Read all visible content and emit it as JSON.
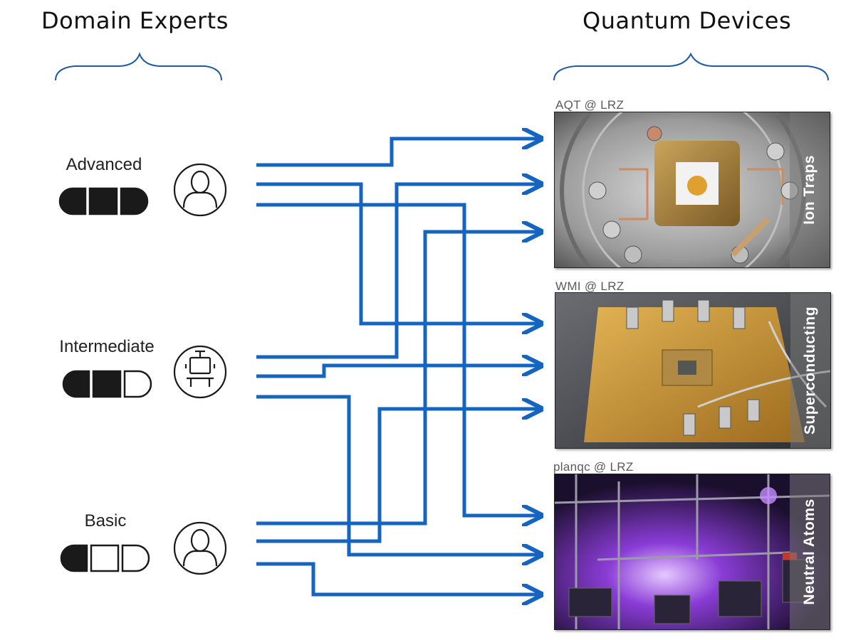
{
  "headers": {
    "left": "Domain Experts",
    "right": "Quantum Devices"
  },
  "experts": [
    {
      "label": "Advanced",
      "skill_level": 3,
      "skill_max": 3,
      "icon": "person-icon"
    },
    {
      "label": "Intermediate",
      "skill_level": 2,
      "skill_max": 3,
      "icon": "robot-icon"
    },
    {
      "label": "Basic",
      "skill_level": 1,
      "skill_max": 3,
      "icon": "person-icon"
    }
  ],
  "devices": [
    {
      "caption": "AQT @ LRZ",
      "type": "Ion Traps"
    },
    {
      "caption": "WMI @ LRZ",
      "type": "Superconducting"
    },
    {
      "caption": "planqc @ LRZ",
      "type": "Neutral Atoms"
    }
  ],
  "colors": {
    "arrow": "#1565c0",
    "brace": "#1f5aa8",
    "skill_fill": "#1a1a1a"
  }
}
